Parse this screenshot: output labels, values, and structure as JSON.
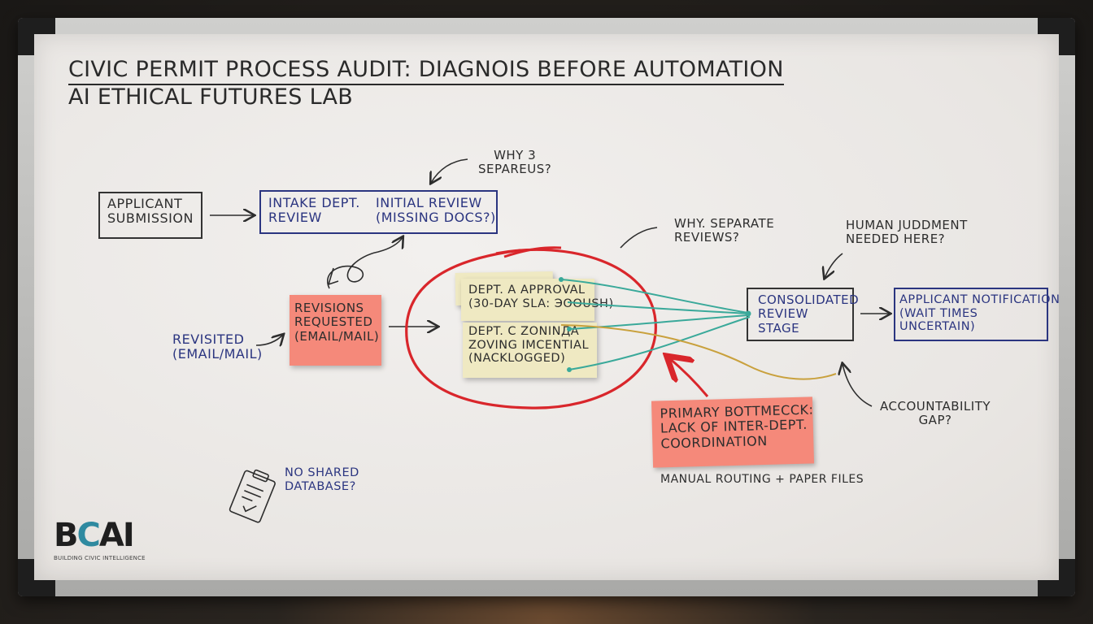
{
  "title": "CIVIC PERMIT PROCESS AUDIT: DIAGNOIS BEFORE AUTOMATION",
  "subtitle": "AI ETHICAL FUTURES LAB",
  "nodes": {
    "applicant_submission": "APPLICANT\nSUBMISSION",
    "intake_dept_review": "INTAKE DEPT.\nREVIEW",
    "initial_review": "INITIAL REVIEW\n(MISSING DOCS?)",
    "revisions_requested": "REVISIONS\nREQUESTED\n(EMAIL/MAIL)",
    "dept_a_approval": "DEPT. A APPROVAL\n(30-DAY SLA: ЭООUSH)",
    "dept_c_zoning": "DEPT. C ZONINДA\nZOVING IMCENTIAL\n(NACKLOGGED)",
    "consolidated_review": "CONSOLIDATED\nREVIEW\nSTAGE",
    "applicant_notification": "APPLICANT NOTIFICATION\n(WAIT TIMES\nUNCERTAIN)",
    "primary_bottleneck": "PRIMARY BOTTMECCK:\nLACK OF INTER-DEPT.\nCOORDINATION"
  },
  "annotations": {
    "why_3_separeus": "WHY 3\nSEPAREUS?",
    "why_separate_reviews": "WHY. SEPARATE\nREVIEWS?",
    "human_judgment": "HUMAN JUDDMENT\nNEEDED HERE?",
    "revisited": "REVISITED\n(EMAIL/MAIL)",
    "accountability_gap": "ACCOUNTABILITY\nGAP?",
    "manual_routing": "MANUAL ROUTING + PAPER FILES",
    "no_shared_database": "NO SHARED\nDATABASE?"
  },
  "icons": {
    "clipboard": "clipboard-icon"
  },
  "logo": {
    "text_left": "B",
    "text_mid": "C",
    "text_right": "AI",
    "tagline": "BUILDING CIVIC INTELLIGENCE"
  },
  "colors": {
    "ink_dark": "#2d2d2d",
    "ink_blue": "#2b3580",
    "red_marker": "#d9262b",
    "teal_string": "#3aa99a",
    "gold_string": "#c9a13d",
    "sticky_salmon": "#f5897a",
    "sticky_yellow": "#efe9c2"
  }
}
